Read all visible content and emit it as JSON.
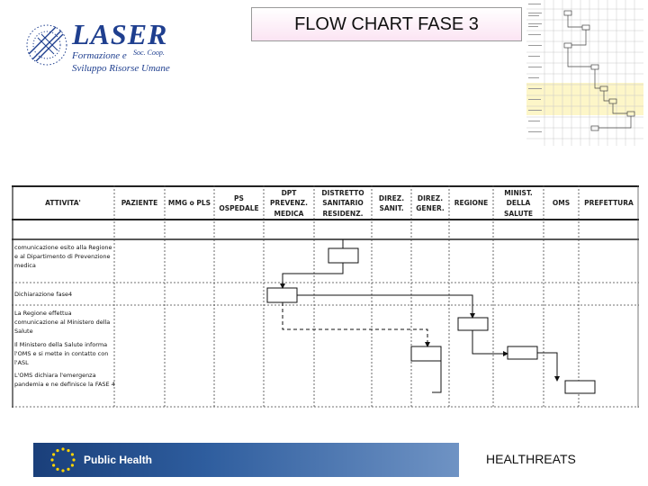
{
  "logo": {
    "name": "LASER",
    "suffix": "Soc. Coop.",
    "line1": "Formazione e",
    "line2": "Sviluppo Risorse Umane"
  },
  "title": "FLOW CHART FASE 3",
  "table": {
    "columns": [
      "ATTIVITA'",
      "PAZIENTE",
      "MMG o PLS",
      "PS\nOSPEDALE",
      "DPT\nPREVENZ.\nMEDICA",
      "DISTRETTO\nSANITARIO\nRESIDENZ.",
      "DIREZ.\nSANIT.",
      "DIREZ.\nGENER.",
      "REGIONE",
      "MINIST.\nDELLA\nSALUTE",
      "OMS",
      "PREFETTURA"
    ],
    "activities": [
      "comunicazione esito alla Regione e al Dipartimento di Prevenzione medica",
      "Dichiarazione fase4",
      "La Regione effettua comunicazione al Ministero della Salute",
      "Il Ministero della Salute informa l'OMS e si mette in contatto con l'ASL",
      "L'OMS dichiara l'emergenza pandemia e ne definisce la FASE 4"
    ]
  },
  "footer": {
    "banner": "Public Health",
    "right": "HEALTHREATS"
  }
}
